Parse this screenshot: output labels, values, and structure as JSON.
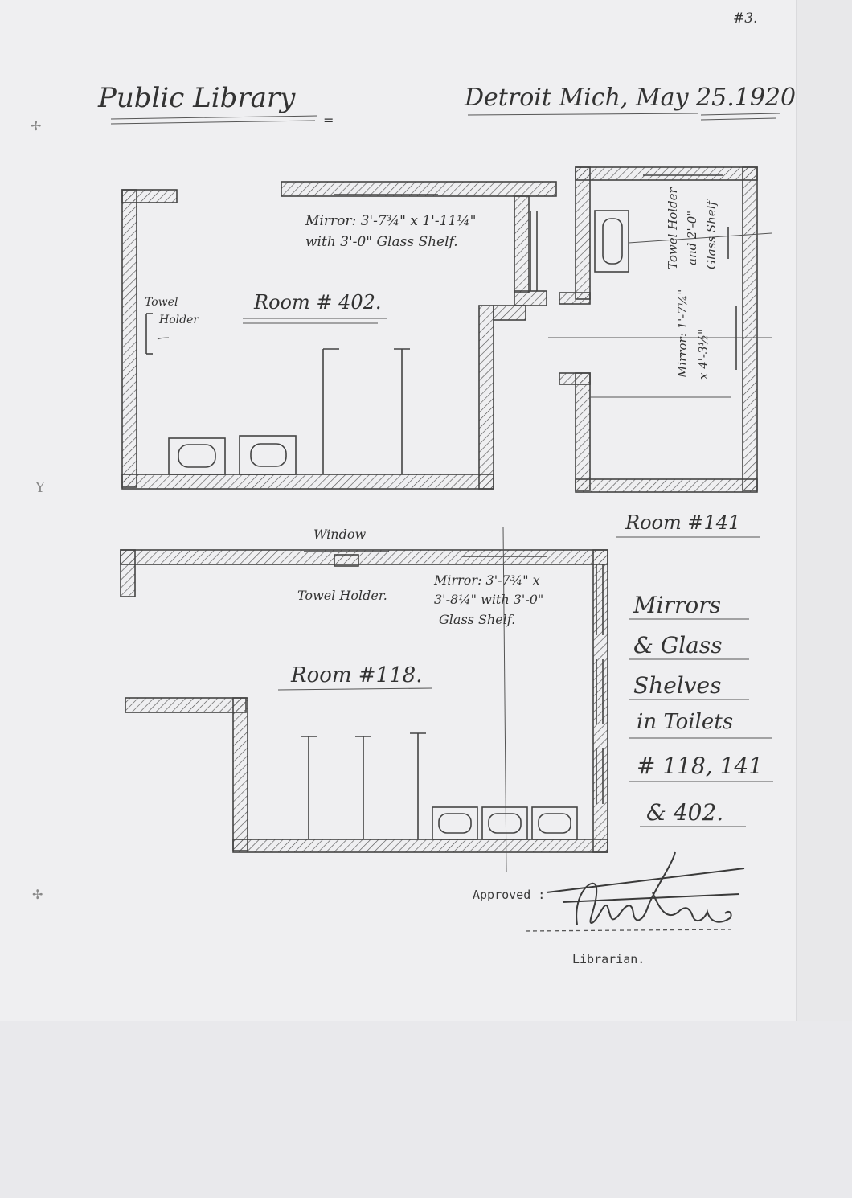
{
  "page_number": "#3.",
  "header": {
    "left": "Public Library",
    "right": "Detroit Mich, May 25.1920"
  },
  "room402": {
    "title": "Room # 402.",
    "mirror_line1": "Mirror: 3'-7¾\" x 1'-11¼\"",
    "mirror_line2": "with 3'-0\" Glass Shelf.",
    "towel_line1": "Towel",
    "towel_line2": "Holder"
  },
  "room141": {
    "title": "Room #141",
    "towel_line1": "Towel Holder",
    "towel_line2": "and 2'-0\"",
    "towel_line3": "Glass Shelf",
    "mirror_line1": "Mirror: 1'-7¼\"",
    "mirror_line2": "x 4'-3½\""
  },
  "room118": {
    "title": "Room #118.",
    "window": "Window",
    "towel": "Towel Holder.",
    "mirror_line1": "Mirror: 3'-7¾\" x",
    "mirror_line2": "3'-8¼\" with 3'-0\"",
    "mirror_line3": "Glass Shelf."
  },
  "caption": {
    "l1": "Mirrors",
    "l2": "& Glass",
    "l3": "Shelves",
    "l4": "in Toilets",
    "l5": "# 118, 141",
    "l6": "& 402."
  },
  "approval": {
    "label": "Approved :",
    "role": "Librarian."
  }
}
